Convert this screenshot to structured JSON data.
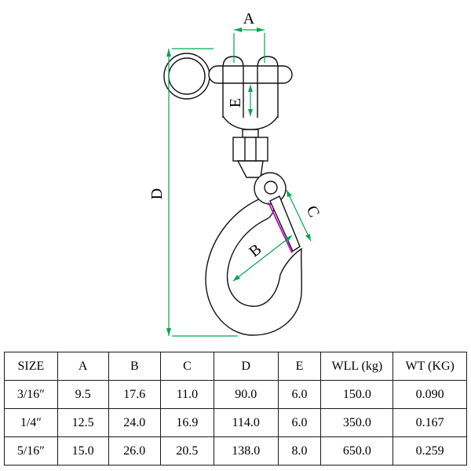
{
  "diagram": {
    "labels": {
      "a": "A",
      "b": "B",
      "c": "C",
      "d": "D",
      "e": "E"
    },
    "colors": {
      "dimension": "#00a650",
      "latch": "#cc00cc",
      "outline": "#111111"
    }
  },
  "table": {
    "headers": [
      "SIZE",
      "A",
      "B",
      "C",
      "D",
      "E",
      "WLL (kg)",
      "WT (KG)"
    ],
    "rows": [
      [
        "3/16″",
        "9.5",
        "17.6",
        "11.0",
        "90.0",
        "6.0",
        "150.0",
        "0.090"
      ],
      [
        "1/4″",
        "12.5",
        "24.0",
        "16.9",
        "114.0",
        "6.0",
        "350.0",
        "0.167"
      ],
      [
        "5/16″",
        "15.0",
        "26.0",
        "20.5",
        "138.0",
        "8.0",
        "650.0",
        "0.259"
      ]
    ]
  }
}
